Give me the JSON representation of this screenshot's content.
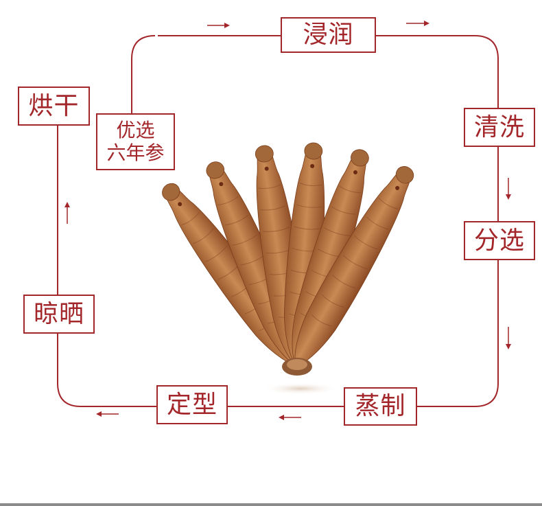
{
  "start_label": {
    "line1": "优选",
    "line2": "六年参"
  },
  "steps": [
    {
      "id": "soak",
      "label": "浸润"
    },
    {
      "id": "wash",
      "label": "清洗"
    },
    {
      "id": "sort",
      "label": "分选"
    },
    {
      "id": "steam",
      "label": "蒸制"
    },
    {
      "id": "shape",
      "label": "定型"
    },
    {
      "id": "sun-dry",
      "label": "晾晒"
    },
    {
      "id": "bake-dry",
      "label": "烘干"
    }
  ],
  "colors": {
    "accent": "#a3262a",
    "ginseng": "#b8713e"
  },
  "illustration": {
    "subject": "ginseng roots",
    "count": 6
  }
}
